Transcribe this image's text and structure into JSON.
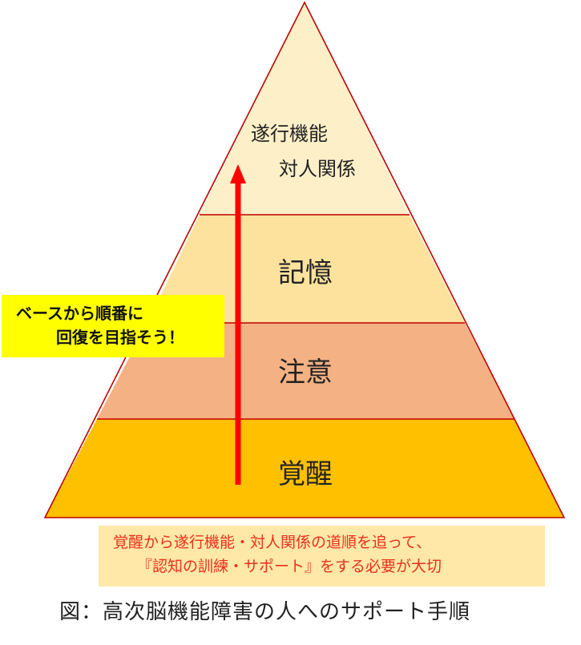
{
  "pyramid": {
    "tiers": [
      {
        "lines": [
          "遂行機能",
          "対人関係"
        ],
        "fill": "#fdefc8"
      },
      {
        "lines": [
          "記憶"
        ],
        "fill": "#fde29e"
      },
      {
        "lines": [
          "注意"
        ],
        "fill": "#f4b183"
      },
      {
        "lines": [
          "覚醒"
        ],
        "fill": "#ffc000"
      }
    ],
    "outline_color": "#c00000",
    "arrow_color": "#ff0000"
  },
  "callout": {
    "line1": "ベースから順番に",
    "line2": "回復を目指そう！",
    "bg": "#ffff00"
  },
  "note": {
    "line1": "覚醒から遂行機能・対人関係の道順を追って、",
    "line2": "『認知の訓練・サポート』をする必要が大切",
    "color": "#e8321e",
    "bg": "#ffe8a8"
  },
  "caption": "図：高次脳機能障害の人へのサポート手順"
}
